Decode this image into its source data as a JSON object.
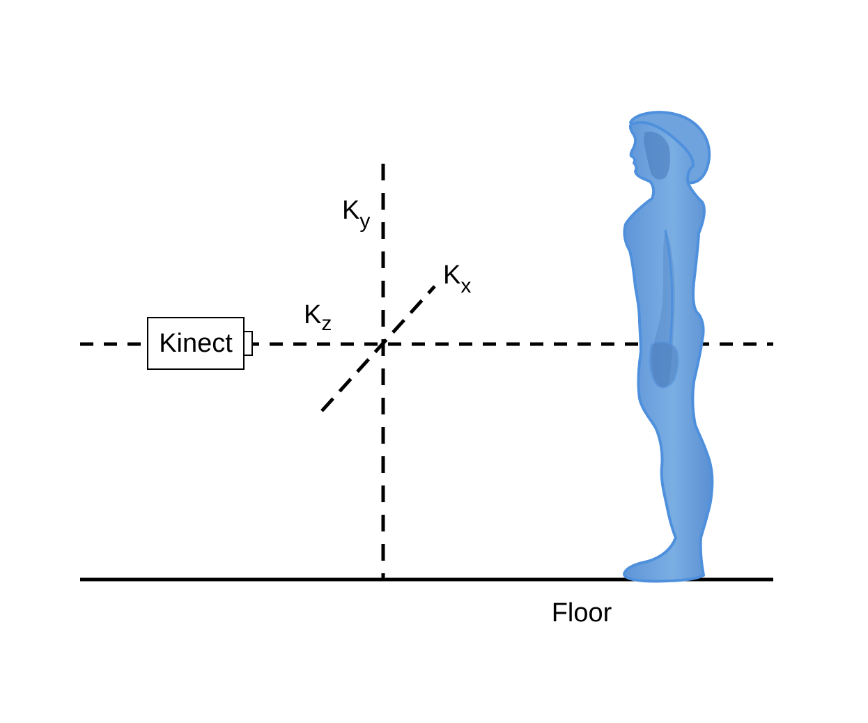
{
  "diagram": {
    "kinect_label": "Kinect",
    "axes": {
      "y": {
        "base": "K",
        "sub": "y"
      },
      "x": {
        "base": "K",
        "sub": "x"
      },
      "z": {
        "base": "K",
        "sub": "z"
      }
    },
    "floor_label": "Floor"
  },
  "colors": {
    "line": "#000000",
    "person_fill": "#6fa3dd",
    "person_stroke": "#4f90dd",
    "person_shade": "#4a7cbd"
  },
  "icons": {
    "person": "standing-person-silhouette-icon",
    "kinect": "kinect-sensor-box"
  }
}
